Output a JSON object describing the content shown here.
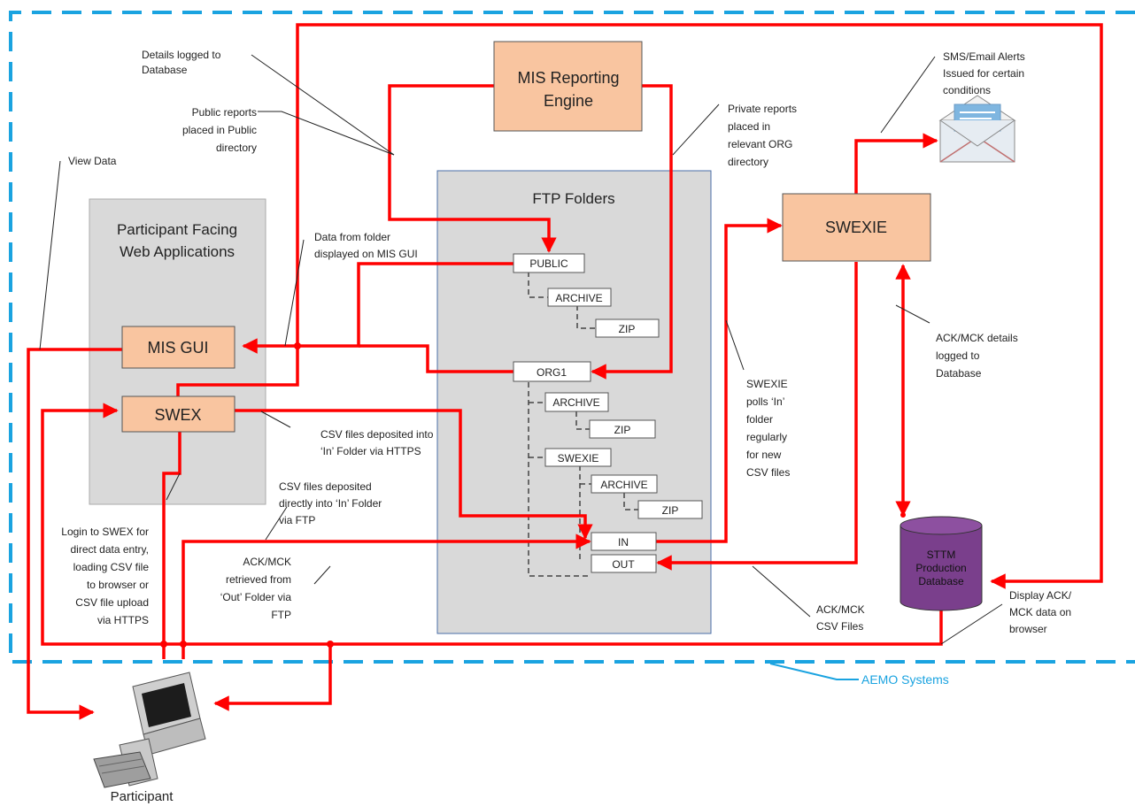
{
  "boundary": {
    "label": "AEMO Systems",
    "color": "#1aa3e0"
  },
  "colors": {
    "flow": "#ff0000",
    "process_fill": "#f9c5a0",
    "process_stroke": "#555555",
    "group_fill": "#d9d9d9",
    "db_fill": "#7a3f8c"
  },
  "processes": {
    "mis_engine": {
      "line1": "MIS Reporting",
      "line2": "Engine"
    },
    "swexie": {
      "label": "SWEXIE"
    },
    "mis_gui": {
      "label": "MIS GUI"
    },
    "swex": {
      "label": "SWEX"
    }
  },
  "groups": {
    "participant_apps": {
      "line1": "Participant Facing",
      "line2": "Web Applications"
    },
    "ftp": {
      "title": "FTP Folders"
    }
  },
  "folders": {
    "public": "PUBLIC",
    "public_archive": "ARCHIVE",
    "public_zip": "ZIP",
    "org1": "ORG1",
    "org1_archive": "ARCHIVE",
    "org1_zip": "ZIP",
    "swexie": "SWEXIE",
    "swexie_archive": "ARCHIVE",
    "swexie_zip": "ZIP",
    "in": "IN",
    "out": "OUT"
  },
  "database": {
    "line1": "STTM",
    "line2": "Production",
    "line3": "Database"
  },
  "participant": {
    "label": "Participant"
  },
  "annotations": {
    "details_logged": [
      "Details logged to",
      "Database"
    ],
    "public_reports": [
      "Public reports",
      "placed in Public",
      "directory"
    ],
    "view_data": [
      "View Data"
    ],
    "data_from_folder": [
      "Data from folder",
      "displayed on MIS GUI"
    ],
    "private_reports": [
      "Private reports",
      "placed in",
      "relevant ORG",
      "directory"
    ],
    "sms_alerts": [
      "SMS/Email Alerts",
      "Issued for certain",
      "conditions"
    ],
    "ack_logged": [
      "ACK/MCK details",
      "logged to",
      "Database"
    ],
    "swexie_polls": [
      "SWEXIE",
      "polls ‘In’",
      "folder",
      "regularly",
      "for new",
      "CSV files"
    ],
    "csv_https": [
      "CSV files deposited into",
      "‘In’ Folder via HTTPS"
    ],
    "csv_ftp": [
      "CSV files deposited",
      "directly into ‘In’ Folder",
      "via FTP"
    ],
    "login_swex": [
      "Login to SWEX for",
      "direct data entry,",
      "loading CSV file",
      "to browser or",
      "CSV file upload",
      "via HTTPS"
    ],
    "ack_retrieved": [
      "ACK/MCK",
      "retrieved from",
      "‘Out’ Folder via",
      "FTP"
    ],
    "ack_csv": [
      "ACK/MCK",
      "CSV Files"
    ],
    "display_ack": [
      "Display ACK/",
      "MCK data on",
      "browser"
    ]
  }
}
